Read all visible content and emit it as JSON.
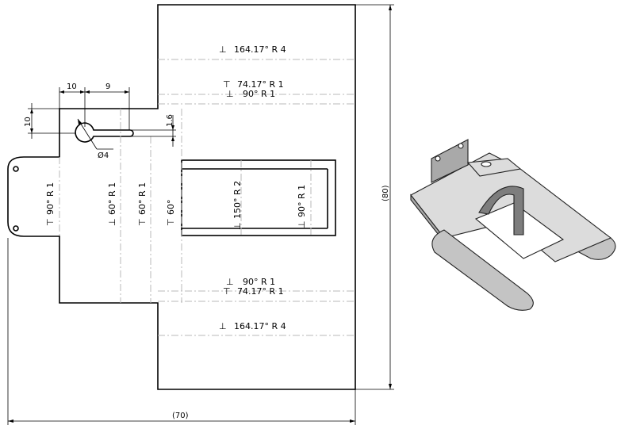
{
  "bends": {
    "h1": {
      "sym": "⊥",
      "text": "164.17°  R 4"
    },
    "h2": {
      "sym": "⊤",
      "text": "74.17°  R 1"
    },
    "h3": {
      "sym": "⊥",
      "text": "90°  R 1"
    },
    "h4": {
      "sym": "⊥",
      "text": "90°  R 1"
    },
    "h5": {
      "sym": "⊤",
      "text": "74.17°  R 1"
    },
    "h6": {
      "sym": "⊥",
      "text": "164.17°  R 4"
    },
    "v1": {
      "sym": "⊤",
      "text": "90°  R 1"
    },
    "v2": {
      "sym": "⊥",
      "text": "60°  R 1"
    },
    "v3": {
      "sym": "⊤",
      "text": "60°  R 1"
    },
    "v4": {
      "sym": "⊤",
      "text": "60°"
    },
    "v5": {
      "sym": "⊥",
      "text": "150°  R 2"
    },
    "v6": {
      "sym": "⊥",
      "text": "90°  R 1"
    }
  },
  "dims": {
    "d10h": "10",
    "d9": "9",
    "d10v": "10",
    "d16": "1.6",
    "dia": "Ø4",
    "d80": "(80)",
    "d70": "(70)"
  }
}
